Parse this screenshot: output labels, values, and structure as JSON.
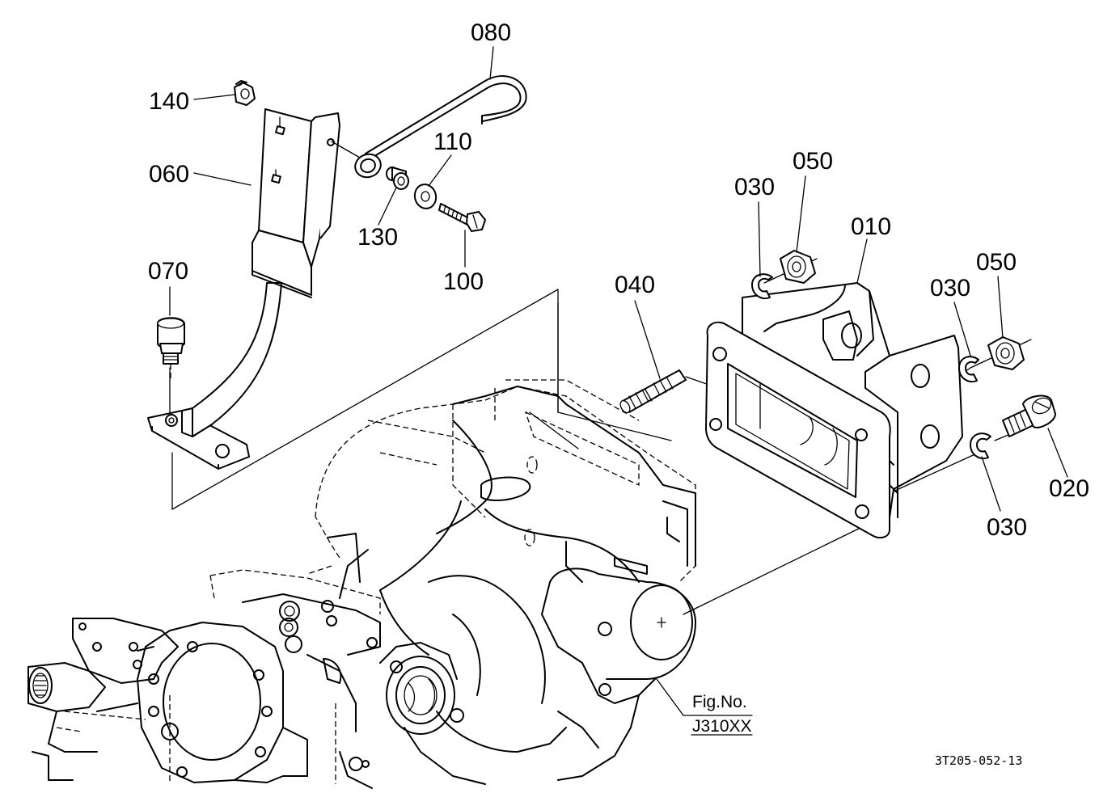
{
  "parts": {
    "p010": "010",
    "p020": "020",
    "p030a": "030",
    "p030b": "030",
    "p030c": "030",
    "p040": "040",
    "p050a": "050",
    "p050b": "050",
    "p060": "060",
    "p070": "070",
    "p080": "080",
    "p100": "100",
    "p110": "110",
    "p130": "130",
    "p140": "140"
  },
  "reference": {
    "fig_line1": "Fig.No.",
    "fig_line2": "J310XX"
  },
  "drawing_code": "3T205-052-13"
}
